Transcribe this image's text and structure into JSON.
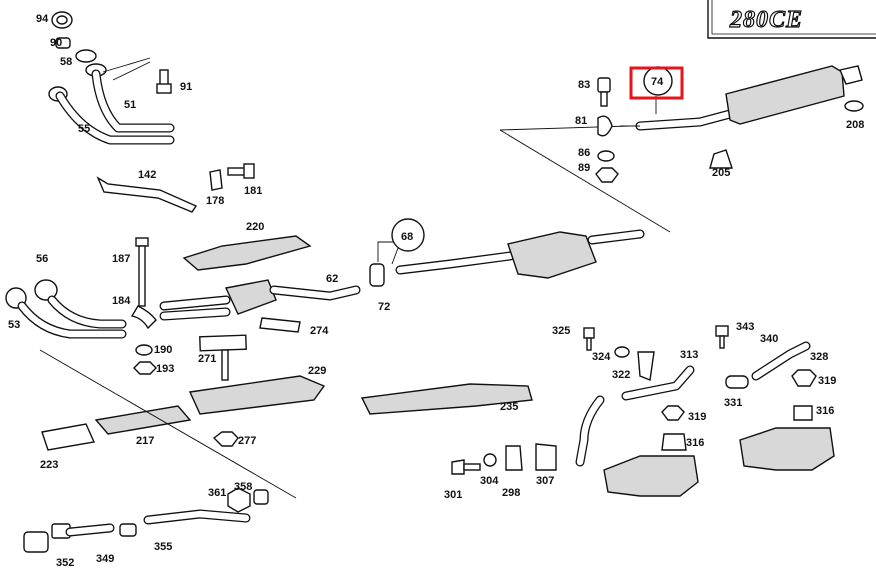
{
  "model_badge": "280CE",
  "highlight": {
    "part": "74",
    "color": "#e8141c"
  },
  "callouts": [
    "74",
    "68"
  ],
  "part_labels": {
    "p94": "94",
    "p90": "90",
    "p58": "58",
    "p91": "91",
    "p51": "51",
    "p55": "55",
    "p142": "142",
    "p178": "178",
    "p181": "181",
    "p220": "220",
    "p187": "187",
    "p56": "56",
    "p184": "184",
    "p53": "53",
    "p190": "190",
    "p193": "193",
    "p62": "62",
    "p68": "68",
    "p72": "72",
    "p274": "274",
    "p271": "271",
    "p229": "229",
    "p235": "235",
    "p217": "217",
    "p277": "277",
    "p223": "223",
    "p361": "361",
    "p358": "358",
    "p352": "352",
    "p349": "349",
    "p355": "355",
    "p83": "83",
    "p74": "74",
    "p81": "81",
    "p86": "86",
    "p89": "89",
    "p205": "205",
    "p208": "208",
    "p325": "325",
    "p324": "324",
    "p322": "322",
    "p313": "313",
    "p319a": "319",
    "p316a": "316",
    "p301": "301",
    "p304": "304",
    "p298": "298",
    "p307": "307",
    "p343": "343",
    "p340": "340",
    "p328": "328",
    "p331": "331",
    "p319b": "319",
    "p316b": "316"
  }
}
